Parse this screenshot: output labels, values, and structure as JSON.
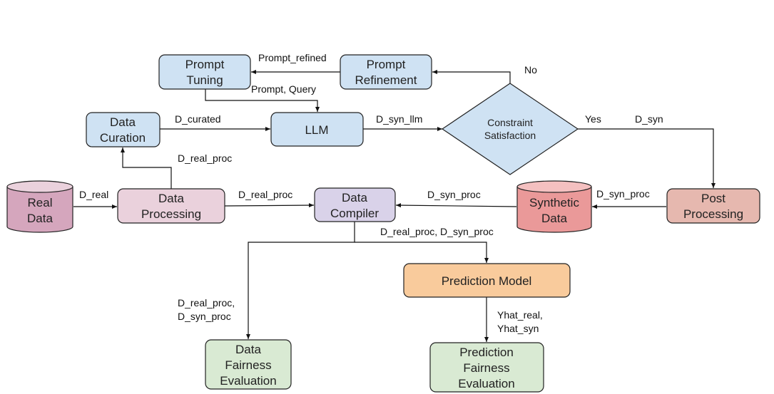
{
  "colors": {
    "blue": "#cfe2f3",
    "pink_light": "#ead1dc",
    "pink_dark": "#d5a6bd",
    "purple": "#d9d2e9",
    "red_cyl": "#ea9999",
    "red_cyl_top": "#f4c0c0",
    "salmon": "#e6b8af",
    "orange": "#f9cb9c",
    "green": "#d9ead3"
  },
  "nodes": {
    "prompt_tuning": [
      "Prompt",
      "Tuning"
    ],
    "prompt_refinement": [
      "Prompt",
      "Refinement"
    ],
    "data_curation": [
      "Data",
      "Curation"
    ],
    "llm": [
      "LLM"
    ],
    "constraint": [
      "Constraint",
      "Satisfaction"
    ],
    "real_data": [
      "Real",
      "Data"
    ],
    "data_processing": [
      "Data",
      "Processing"
    ],
    "data_compiler": [
      "Data",
      "Compiler"
    ],
    "synthetic_data": [
      "Synthetic",
      "Data"
    ],
    "post_processing": [
      "Post",
      "Processing"
    ],
    "prediction_model": [
      "Prediction Model"
    ],
    "data_fairness": [
      "Data",
      "Fairness",
      "Evaluation"
    ],
    "prediction_fairness": [
      "Prediction",
      "Fairness",
      "Evaluation"
    ]
  },
  "edge_labels": {
    "prompt_refined": "Prompt_refined",
    "prompt_query": "Prompt, Query",
    "d_curated": "D_curated",
    "d_syn_llm": "D_syn_llm",
    "no": "No",
    "yes": "Yes",
    "d_syn": "D_syn",
    "d_real_proc_up": "D_real_proc",
    "d_real": "D_real",
    "d_real_proc": "D_real_proc",
    "d_syn_proc_left": "D_syn_proc",
    "d_syn_proc_right": "D_syn_proc",
    "compiler_out": "D_real_proc, D_syn_proc",
    "fairness_in": [
      "D_real_proc,",
      "D_syn_proc"
    ],
    "yhat": [
      "Yhat_real,",
      "Yhat_syn"
    ]
  }
}
